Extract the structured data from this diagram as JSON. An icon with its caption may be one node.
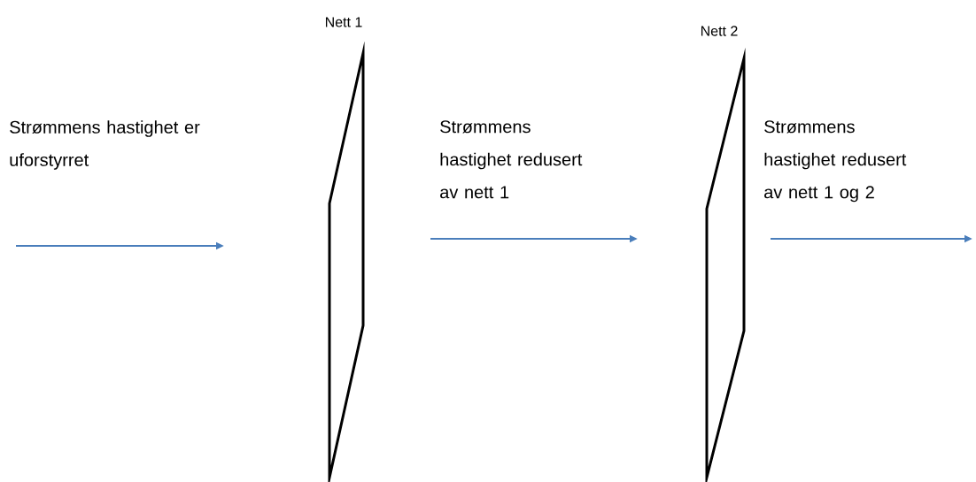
{
  "diagram": {
    "nodes": [
      {
        "text": [
          "Nett 1"
        ]
      },
      {
        "text": [
          "Nett 2"
        ]
      }
    ],
    "labels": [
      "Strømmens hastighet er uforstyrret",
      "Strømmens hastighet redusert av nett 1",
      "Strømmens hastighet redusert av nett 1 og 2"
    ]
  }
}
